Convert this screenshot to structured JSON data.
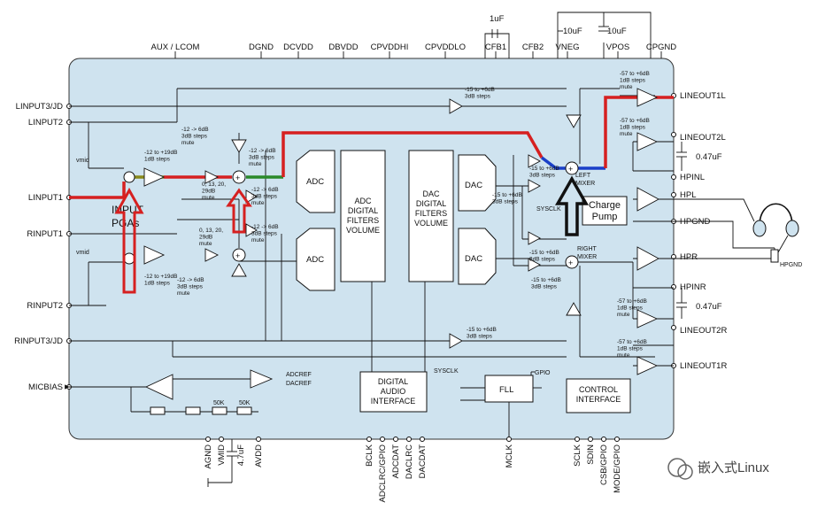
{
  "colors": {
    "chip_fill": "#cfe3ef",
    "path_red": "#d62020",
    "path_green": "#2a8a2a",
    "path_olive": "#8a8a1a",
    "path_blue": "#1a3fc8",
    "arrow_black": "#111111"
  },
  "top_pins": [
    "AUX / LCOM",
    "DGND",
    "DCVDD",
    "DBVDD",
    "CPVDDHI",
    "CPVDDLO",
    "CFB1",
    "CFB2",
    "VNEG",
    "VPOS",
    "CPGND"
  ],
  "top_caps": [
    "1uF",
    "10uF",
    "10uF"
  ],
  "left_pins": [
    "LINPUT3/JD",
    "LINPUT2",
    "LINPUT1",
    "RINPUT1",
    "RINPUT2",
    "RINPUT3/JD",
    "MICBIAS"
  ],
  "right_pins": [
    "LINEOUT1L",
    "LINEOUT2L",
    "HPINL",
    "HPL",
    "HPGND",
    "HPR",
    "HPINR",
    "LINEOUT2R",
    "LINEOUT1R"
  ],
  "right_caps": [
    "0.47uF",
    "0.47uF"
  ],
  "headphone_label": "HPGND",
  "bottom_pins_left": [
    "AGND",
    "VMID",
    "AVDD"
  ],
  "bottom_cap": "4.7uF",
  "bottom_pins_audio": [
    "BCLK",
    "ADCLRC/GPIO",
    "ADCDAT",
    "DACLRC",
    "DACDAT"
  ],
  "bottom_pin_mclk": "MCLK",
  "bottom_pins_ctrl": [
    "SCLK",
    "SDIN",
    "CSB/GPIO",
    "MODE/GPIO"
  ],
  "blocks": {
    "adc": "ADC",
    "adc_filters": [
      "ADC",
      "DIGITAL",
      "FILTERS",
      "VOLUME"
    ],
    "dac_filters": [
      "DAC",
      "DIGITAL",
      "FILTERS",
      "VOLUME"
    ],
    "dac": "DAC",
    "digital_audio": [
      "DIGITAL",
      "AUDIO",
      "INTERFACE"
    ],
    "fll": "FLL",
    "control": [
      "CONTROL",
      "INTERFACE"
    ],
    "charge_pump": [
      "Charge",
      "Pump"
    ]
  },
  "labels": {
    "input_pgas": [
      "INPUT",
      "PGAs"
    ],
    "left_mixer": [
      "LEFT",
      "MIXER"
    ],
    "right_mixer": [
      "RIGHT",
      "MIXER"
    ],
    "vmid": "vmid",
    "adcref": "ADCREF",
    "dacref": "DACREF",
    "sysclk": "SYSCLK",
    "sysclk_short": "SYSCLK",
    "gpio": "GPIO",
    "r50k": "50K"
  },
  "gains": {
    "pga": [
      "-12 to +19dB",
      "1dB steps"
    ],
    "boost": [
      "-12 -> 6dB",
      "3dB steps",
      "mute"
    ],
    "boost_steps": [
      "0, 13, 20,",
      "29dB",
      "mute"
    ],
    "lineout": [
      "-57 to +6dB",
      "1dB steps",
      "mute"
    ],
    "bypass": [
      "-15 to +6dB",
      "3dB steps"
    ]
  },
  "watermark": "嵌入式Linux"
}
